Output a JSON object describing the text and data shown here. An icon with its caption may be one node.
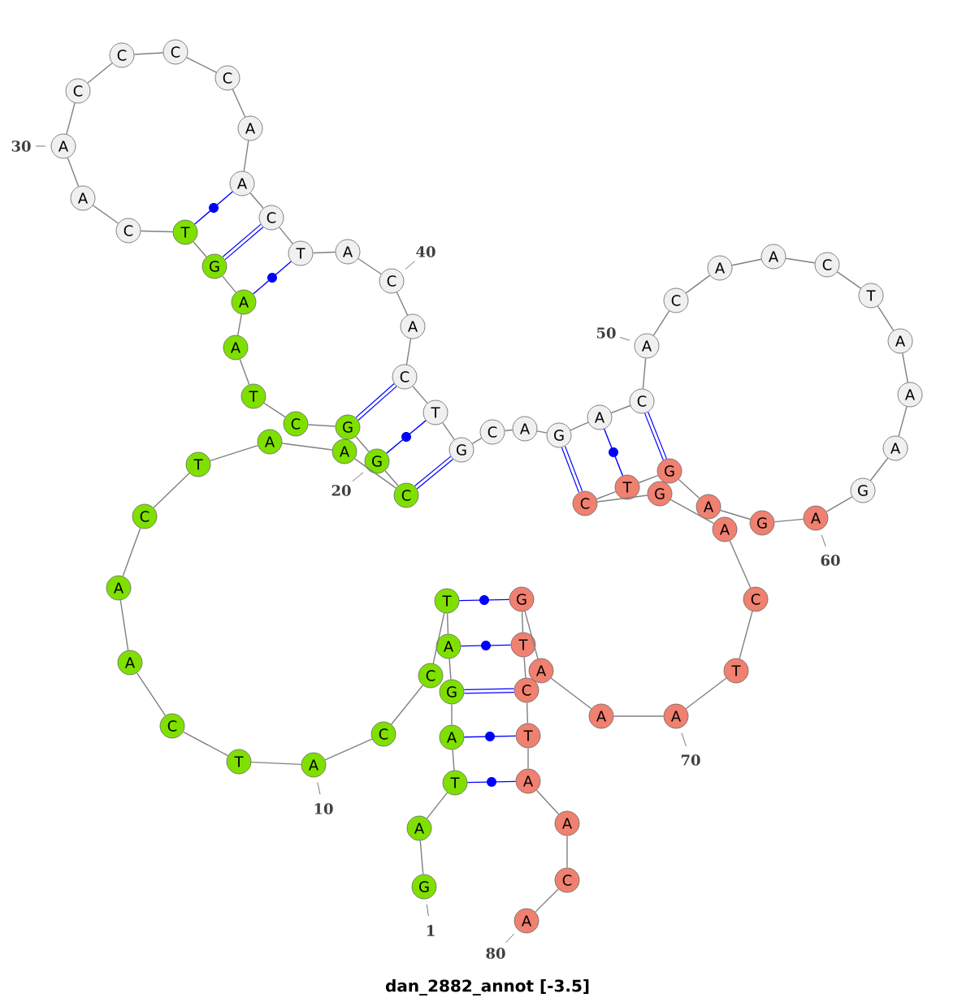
{
  "diagram": {
    "caption": "dan_2882_annot [-3.5]",
    "nodes": [
      {
        "text": [
          "G"
        ],
        "beside": [
          "1"
        ]
      },
      {
        "text": [
          "A"
        ]
      },
      {
        "text": [
          "T"
        ]
      },
      {
        "text": [
          "A"
        ]
      },
      {
        "text": [
          "G"
        ]
      },
      {
        "text": [
          "A"
        ]
      },
      {
        "text": [
          "T"
        ]
      },
      {
        "text": [
          "C"
        ]
      },
      {
        "text": [
          "C"
        ]
      },
      {
        "text": [
          "A"
        ],
        "beside": [
          "10"
        ]
      },
      {
        "text": [
          "T"
        ]
      },
      {
        "text": [
          "C"
        ]
      },
      {
        "text": [
          "A"
        ]
      },
      {
        "text": [
          "A"
        ]
      },
      {
        "text": [
          "C"
        ]
      },
      {
        "text": [
          "T"
        ]
      },
      {
        "text": [
          "A"
        ]
      },
      {
        "text": [
          "A"
        ]
      },
      {
        "text": [
          "C"
        ]
      },
      {
        "text": [
          "G"
        ],
        "beside": [
          "20"
        ]
      },
      {
        "text": [
          "G"
        ]
      },
      {
        "text": [
          "C"
        ]
      },
      {
        "text": [
          "T"
        ]
      },
      {
        "text": [
          "A"
        ]
      },
      {
        "text": [
          "A"
        ]
      },
      {
        "text": [
          "G"
        ]
      },
      {
        "text": [
          "T"
        ]
      },
      {
        "text": [
          "C"
        ]
      },
      {
        "text": [
          "A"
        ]
      },
      {
        "text": [
          "A"
        ],
        "beside": [
          "30"
        ]
      },
      {
        "text": [
          "C"
        ]
      },
      {
        "text": [
          "C"
        ]
      },
      {
        "text": [
          "C"
        ]
      },
      {
        "text": [
          "C"
        ]
      },
      {
        "text": [
          "A"
        ]
      },
      {
        "text": [
          "A"
        ]
      },
      {
        "text": [
          "C"
        ]
      },
      {
        "text": [
          "T"
        ]
      },
      {
        "text": [
          "A"
        ]
      },
      {
        "text": [
          "C"
        ],
        "beside": [
          "40"
        ]
      },
      {
        "text": [
          "A"
        ]
      },
      {
        "text": [
          "C"
        ]
      },
      {
        "text": [
          "T"
        ]
      },
      {
        "text": [
          "G"
        ]
      },
      {
        "text": [
          "C"
        ]
      },
      {
        "text": [
          "A"
        ]
      },
      {
        "text": [
          "G"
        ]
      },
      {
        "text": [
          "A"
        ]
      },
      {
        "text": [
          "C"
        ]
      },
      {
        "text": [
          "A"
        ],
        "beside": [
          "50"
        ]
      },
      {
        "text": [
          "C"
        ]
      },
      {
        "text": [
          "A"
        ]
      },
      {
        "text": [
          "A"
        ]
      },
      {
        "text": [
          "C"
        ]
      },
      {
        "text": [
          "T"
        ]
      },
      {
        "text": [
          "A"
        ]
      },
      {
        "text": [
          "A"
        ]
      },
      {
        "text": [
          "A"
        ]
      },
      {
        "text": [
          "G"
        ]
      },
      {
        "text": [
          "A"
        ],
        "beside": [
          "60"
        ]
      },
      {
        "text": [
          "G"
        ]
      },
      {
        "text": [
          "A"
        ]
      },
      {
        "text": [
          "G"
        ]
      },
      {
        "text": [
          "T"
        ]
      },
      {
        "text": [
          "C"
        ]
      },
      {
        "text": [
          "G"
        ]
      },
      {
        "text": [
          "A"
        ]
      },
      {
        "text": [
          "C"
        ]
      },
      {
        "text": [
          "T"
        ]
      },
      {
        "text": [
          "A"
        ],
        "beside": [
          "70"
        ]
      },
      {
        "text": [
          "A"
        ]
      },
      {
        "text": [
          "A"
        ]
      },
      {
        "text": [
          "G"
        ]
      },
      {
        "text": [
          "T"
        ]
      },
      {
        "text": [
          "C"
        ]
      },
      {
        "text": [
          "T"
        ]
      },
      {
        "text": [
          "A"
        ]
      },
      {
        "text": [
          "A"
        ]
      },
      {
        "text": [
          "C"
        ]
      },
      {
        "text": [
          "A"
        ],
        "beside": [
          "80"
        ]
      }
    ],
    "edges": [
      {
        "from": 0,
        "to": 1,
        "arrow": "none"
      },
      {
        "from": 1,
        "to": 2,
        "arrow": "none"
      },
      {
        "from": 2,
        "to": 3,
        "arrow": "none"
      },
      {
        "from": 3,
        "to": 4,
        "arrow": "none"
      },
      {
        "from": 4,
        "to": 5,
        "arrow": "none"
      },
      {
        "from": 5,
        "to": 6,
        "arrow": "none"
      },
      {
        "from": 6,
        "to": 7,
        "arrow": "none"
      },
      {
        "from": 7,
        "to": 8,
        "arrow": "none"
      },
      {
        "from": 8,
        "to": 9,
        "arrow": "none"
      },
      {
        "from": 9,
        "to": 10,
        "arrow": "none"
      },
      {
        "from": 10,
        "to": 11,
        "arrow": "none"
      },
      {
        "from": 11,
        "to": 12,
        "arrow": "none"
      },
      {
        "from": 12,
        "to": 13,
        "arrow": "none"
      },
      {
        "from": 13,
        "to": 14,
        "arrow": "none"
      },
      {
        "from": 14,
        "to": 15,
        "arrow": "none"
      },
      {
        "from": 15,
        "to": 16,
        "arrow": "none"
      },
      {
        "from": 16,
        "to": 17,
        "arrow": "none"
      },
      {
        "from": 17,
        "to": 18,
        "arrow": "none"
      },
      {
        "from": 18,
        "to": 19,
        "arrow": "none"
      },
      {
        "from": 19,
        "to": 20,
        "arrow": "none"
      },
      {
        "from": 20,
        "to": 21,
        "arrow": "none"
      },
      {
        "from": 21,
        "to": 22,
        "arrow": "none"
      },
      {
        "from": 22,
        "to": 23,
        "arrow": "none"
      },
      {
        "from": 23,
        "to": 24,
        "arrow": "none"
      },
      {
        "from": 24,
        "to": 25,
        "arrow": "none"
      },
      {
        "from": 25,
        "to": 26,
        "arrow": "none"
      },
      {
        "from": 26,
        "to": 27,
        "arrow": "none"
      },
      {
        "from": 27,
        "to": 28,
        "arrow": "none"
      },
      {
        "from": 28,
        "to": 29,
        "arrow": "none"
      },
      {
        "from": 29,
        "to": 30,
        "arrow": "none"
      },
      {
        "from": 30,
        "to": 31,
        "arrow": "none"
      },
      {
        "from": 31,
        "to": 32,
        "arrow": "none"
      },
      {
        "from": 32,
        "to": 33,
        "arrow": "none"
      },
      {
        "from": 33,
        "to": 34,
        "arrow": "none"
      },
      {
        "from": 34,
        "to": 35,
        "arrow": "none"
      },
      {
        "from": 35,
        "to": 36,
        "arrow": "none"
      },
      {
        "from": 36,
        "to": 37,
        "arrow": "none"
      },
      {
        "from": 37,
        "to": 38,
        "arrow": "none"
      },
      {
        "from": 38,
        "to": 39,
        "arrow": "none"
      },
      {
        "from": 39,
        "to": 40,
        "arrow": "none"
      },
      {
        "from": 40,
        "to": 41,
        "arrow": "none"
      },
      {
        "from": 41,
        "to": 42,
        "arrow": "none"
      },
      {
        "from": 42,
        "to": 43,
        "arrow": "none"
      },
      {
        "from": 43,
        "to": 44,
        "arrow": "none"
      },
      {
        "from": 44,
        "to": 45,
        "arrow": "none"
      },
      {
        "from": 45,
        "to": 46,
        "arrow": "none"
      },
      {
        "from": 46,
        "to": 47,
        "arrow": "none"
      },
      {
        "from": 47,
        "to": 48,
        "arrow": "none"
      },
      {
        "from": 48,
        "to": 49,
        "arrow": "none"
      },
      {
        "from": 49,
        "to": 50,
        "arrow": "none"
      },
      {
        "from": 50,
        "to": 51,
        "arrow": "none"
      },
      {
        "from": 51,
        "to": 52,
        "arrow": "none"
      },
      {
        "from": 52,
        "to": 53,
        "arrow": "none"
      },
      {
        "from": 53,
        "to": 54,
        "arrow": "none"
      },
      {
        "from": 54,
        "to": 55,
        "arrow": "none"
      },
      {
        "from": 55,
        "to": 56,
        "arrow": "none"
      },
      {
        "from": 56,
        "to": 57,
        "arrow": "none"
      },
      {
        "from": 57,
        "to": 58,
        "arrow": "none"
      },
      {
        "from": 58,
        "to": 59,
        "arrow": "none"
      },
      {
        "from": 59,
        "to": 60,
        "arrow": "none"
      },
      {
        "from": 60,
        "to": 61,
        "arrow": "none"
      },
      {
        "from": 61,
        "to": 62,
        "arrow": "none"
      },
      {
        "from": 62,
        "to": 63,
        "arrow": "none"
      },
      {
        "from": 63,
        "to": 64,
        "arrow": "none"
      },
      {
        "from": 64,
        "to": 65,
        "arrow": "none"
      },
      {
        "from": 65,
        "to": 66,
        "arrow": "none"
      },
      {
        "from": 66,
        "to": 67,
        "arrow": "none"
      },
      {
        "from": 67,
        "to": 68,
        "arrow": "none"
      },
      {
        "from": 68,
        "to": 69,
        "arrow": "none"
      },
      {
        "from": 69,
        "to": 70,
        "arrow": "none"
      },
      {
        "from": 70,
        "to": 71,
        "arrow": "none"
      },
      {
        "from": 71,
        "to": 72,
        "arrow": "none"
      },
      {
        "from": 72,
        "to": 73,
        "arrow": "none"
      },
      {
        "from": 73,
        "to": 74,
        "arrow": "none"
      },
      {
        "from": 74,
        "to": 75,
        "arrow": "none"
      },
      {
        "from": 75,
        "to": 76,
        "arrow": "none"
      },
      {
        "from": 76,
        "to": 77,
        "arrow": "none"
      },
      {
        "from": 77,
        "to": 78,
        "arrow": "none"
      },
      {
        "from": 78,
        "to": 79,
        "arrow": "none"
      },
      {
        "from": 2,
        "to": 76,
        "arrow": "none",
        "color": "#0000ff"
      },
      {
        "from": 3,
        "to": 75,
        "arrow": "none",
        "color": "#0000ff"
      },
      {
        "from": 4,
        "to": 74,
        "arrow": "none",
        "color": "#0000ff",
        "style": "thick"
      },
      {
        "from": 5,
        "to": 73,
        "arrow": "none",
        "color": "#0000ff"
      },
      {
        "from": 6,
        "to": 72,
        "arrow": "none",
        "color": "#0000ff"
      },
      {
        "from": 18,
        "to": 43,
        "arrow": "none",
        "color": "#0000ff",
        "style": "thick"
      },
      {
        "from": 19,
        "to": 42,
        "arrow": "none",
        "color": "#0000ff"
      },
      {
        "from": 20,
        "to": 41,
        "arrow": "none",
        "color": "#0000ff",
        "style": "thick"
      },
      {
        "from": 24,
        "to": 37,
        "arrow": "none",
        "color": "#0000ff"
      },
      {
        "from": 25,
        "to": 36,
        "arrow": "none",
        "color": "#0000ff",
        "style": "thick"
      },
      {
        "from": 26,
        "to": 35,
        "arrow": "none",
        "color": "#0000ff"
      },
      {
        "from": 46,
        "to": 64,
        "arrow": "none",
        "color": "#0000ff",
        "style": "thick"
      },
      {
        "from": 47,
        "to": 63,
        "arrow": "none",
        "color": "#0000ff"
      },
      {
        "from": 48,
        "to": 62,
        "arrow": "none",
        "color": "#0000ff",
        "style": "thick"
      }
    ]
  }
}
